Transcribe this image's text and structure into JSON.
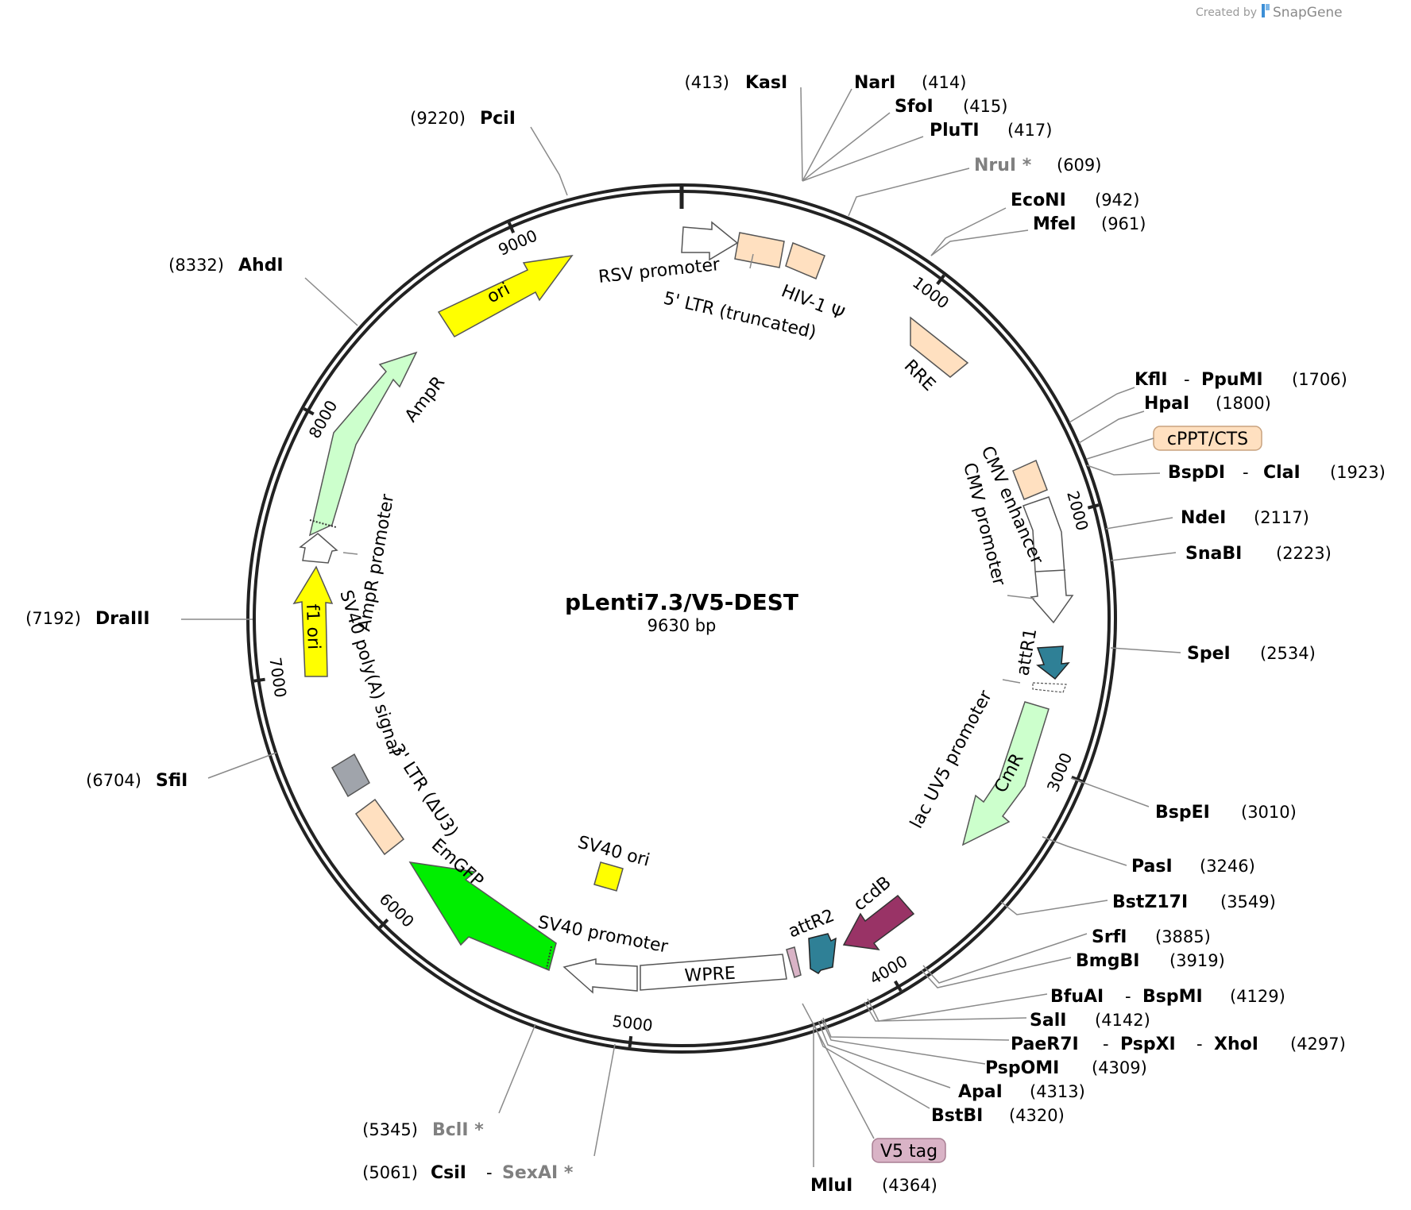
{
  "plasmid": {
    "name": "pLenti7.3/V5-DEST",
    "length_label": "9630 bp",
    "length_bp": 9630
  },
  "brand": {
    "created_by": "Created by",
    "app": "SnapGene"
  },
  "ticks": [
    {
      "bp": 1000,
      "label": "1000"
    },
    {
      "bp": 2000,
      "label": "2000"
    },
    {
      "bp": 3000,
      "label": "3000"
    },
    {
      "bp": 4000,
      "label": "4000"
    },
    {
      "bp": 5000,
      "label": "5000"
    },
    {
      "bp": 6000,
      "label": "6000"
    },
    {
      "bp": 7000,
      "label": "7000"
    },
    {
      "bp": 8000,
      "label": "8000"
    },
    {
      "bp": 9000,
      "label": "9000"
    }
  ],
  "enzymes": [
    {
      "name": "KasI",
      "pos": "(413)"
    },
    {
      "name": "NarI",
      "pos": "(414)"
    },
    {
      "name": "SfoI",
      "pos": "(415)"
    },
    {
      "name": "PluTI",
      "pos": "(417)"
    },
    {
      "name": "NruI *",
      "pos": "(609)"
    },
    {
      "name": "EcoNI",
      "pos": "(942)"
    },
    {
      "name": "MfeI",
      "pos": "(961)"
    },
    {
      "name": "KflI",
      "name2": "PpuMI",
      "pos": "(1706)"
    },
    {
      "name": "HpaI",
      "pos": "(1800)"
    },
    {
      "name": "BspDI",
      "name2": "ClaI",
      "pos": "(1923)"
    },
    {
      "name": "NdeI",
      "pos": "(2117)"
    },
    {
      "name": "SnaBI",
      "pos": "(2223)"
    },
    {
      "name": "SpeI",
      "pos": "(2534)"
    },
    {
      "name": "BspEI",
      "pos": "(3010)"
    },
    {
      "name": "PasI",
      "pos": "(3246)"
    },
    {
      "name": "BstZ17I",
      "pos": "(3549)"
    },
    {
      "name": "SrfI",
      "pos": "(3885)"
    },
    {
      "name": "BmgBI",
      "pos": "(3919)"
    },
    {
      "name": "BfuAI",
      "name2": "BspMI",
      "pos": "(4129)"
    },
    {
      "name": "SalI",
      "pos": "(4142)"
    },
    {
      "name": "PaeR7I",
      "name2": "PspXI",
      "name3": "XhoI",
      "pos": "(4297)"
    },
    {
      "name": "PspOMI",
      "pos": "(4309)"
    },
    {
      "name": "ApaI",
      "pos": "(4313)"
    },
    {
      "name": "BstBI",
      "pos": "(4320)"
    },
    {
      "name": "MluI",
      "pos": "(4364)"
    },
    {
      "name": "CsiI",
      "name2": "SexAI *",
      "pos": "(5061)"
    },
    {
      "name": "BclI *",
      "pos": "(5345)"
    },
    {
      "name": "SfiI",
      "pos": "(6704)"
    },
    {
      "name": "DraIII",
      "pos": "(7192)"
    },
    {
      "name": "AhdI",
      "pos": "(8332)"
    },
    {
      "name": "PciI",
      "pos": "(9220)"
    }
  ],
  "features": [
    {
      "name": "RSV promoter",
      "type": "promoter",
      "color": "#ffffff"
    },
    {
      "name": "5' LTR (truncated)",
      "type": "LTR",
      "color": "#ffe0c0"
    },
    {
      "name": "HIV-1 Ψ",
      "type": "misc",
      "color": "#ffe0c0"
    },
    {
      "name": "RRE",
      "type": "misc",
      "color": "#ffe0c0"
    },
    {
      "name": "cPPT/CTS",
      "type": "misc",
      "color": "#ffe0c0"
    },
    {
      "name": "CMV enhancer",
      "type": "enhancer",
      "color": "#ffffff"
    },
    {
      "name": "CMV promoter",
      "type": "promoter",
      "color": "#ffffff"
    },
    {
      "name": "attR1",
      "type": "recomb",
      "color": "#2f8096"
    },
    {
      "name": "lac UV5 promoter",
      "type": "promoter",
      "color": "#ffffff"
    },
    {
      "name": "CmR",
      "type": "CDS",
      "color": "#ccffcc"
    },
    {
      "name": "ccdB",
      "type": "CDS",
      "color": "#993366"
    },
    {
      "name": "attR2",
      "type": "recomb",
      "color": "#2f8096"
    },
    {
      "name": "V5 tag",
      "type": "tag",
      "color": "#d9b3c6"
    },
    {
      "name": "WPRE",
      "type": "misc",
      "color": "#ffffff"
    },
    {
      "name": "SV40 promoter",
      "type": "promoter",
      "color": "#ffffff"
    },
    {
      "name": "SV40 ori",
      "type": "ori",
      "color": "#ffff00"
    },
    {
      "name": "EmGFP",
      "type": "CDS",
      "color": "#00ee00"
    },
    {
      "name": "3' LTR (ΔU3)",
      "type": "LTR",
      "color": "#ffe0c0"
    },
    {
      "name": "SV40 poly(A) signal",
      "type": "polyA",
      "color": "#a0a4ab"
    },
    {
      "name": "f1 ori",
      "type": "ori",
      "color": "#ffff00"
    },
    {
      "name": "AmpR promoter",
      "type": "promoter",
      "color": "#ffffff"
    },
    {
      "name": "AmpR",
      "type": "CDS",
      "color": "#ccffcc"
    },
    {
      "name": "ori",
      "type": "ori",
      "color": "#ffff00"
    }
  ]
}
